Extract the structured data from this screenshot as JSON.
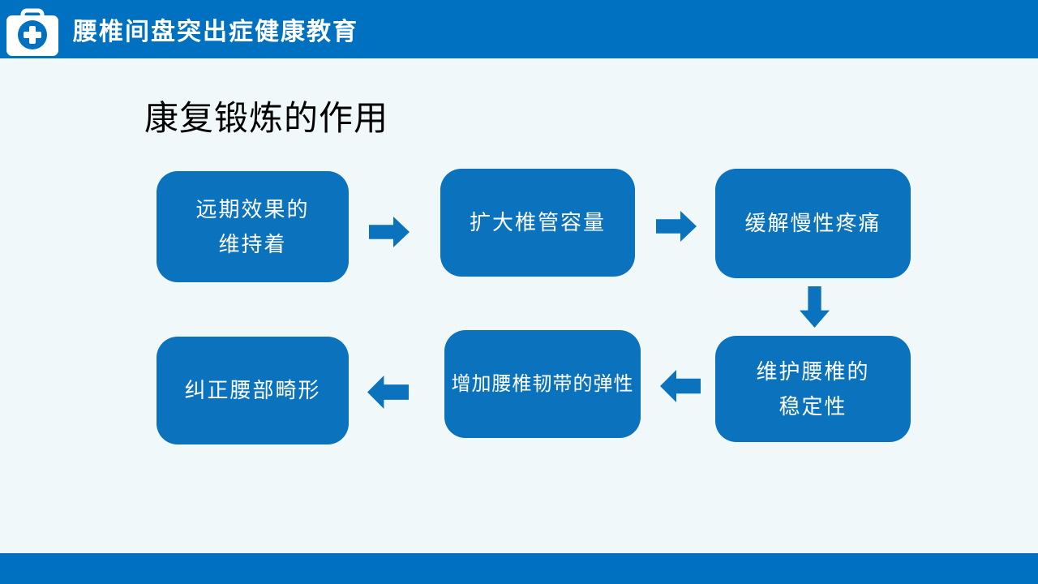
{
  "header": {
    "title": "腰椎间盘突出症健康教育",
    "icon": "first-aid-kit-icon"
  },
  "slide": {
    "title": "康复锻炼的作用"
  },
  "flowchart": {
    "boxes": [
      {
        "line1": "远期效果的",
        "line2": "维持着"
      },
      {
        "line1": "扩大椎管容量"
      },
      {
        "line1": "缓解慢性疼痛"
      },
      {
        "line1": "维护腰椎的",
        "line2": "稳定性"
      },
      {
        "line1": "增加腰椎韧带的弹性"
      },
      {
        "line1": "纠正腰部畸形"
      }
    ],
    "flow_order": [
      "远期效果的维持着",
      "扩大椎管容量",
      "缓解慢性疼痛",
      "维护腰椎的稳定性",
      "增加腰椎韧带的弹性",
      "纠正腰部畸形"
    ],
    "arrows": [
      "right",
      "right",
      "down",
      "left",
      "left"
    ]
  },
  "colors": {
    "header_bg": "#0071C1",
    "footer_bg": "#0071C1",
    "content_bg": "#F0F8F9",
    "box_bg": "#0B72BE",
    "arrow": "#0B72BE",
    "box_text": "#FFFFFF",
    "slide_title_text": "#000000",
    "header_text": "#FFFFFF"
  }
}
